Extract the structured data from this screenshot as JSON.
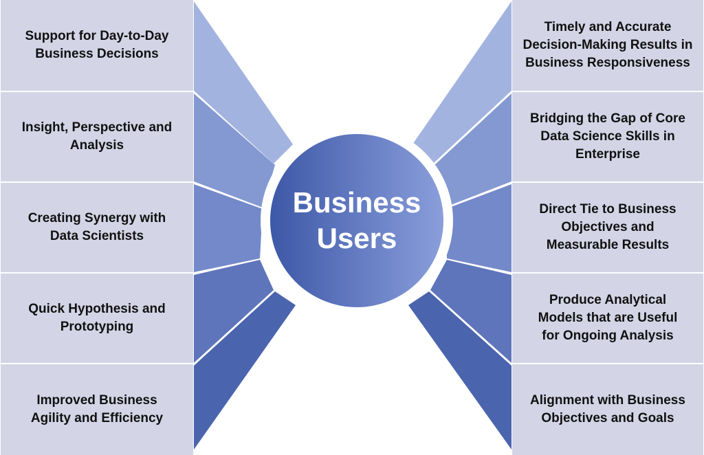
{
  "colors": {
    "box_fill": "#d3d5e6",
    "ray_colors": [
      "#a3b3df",
      "#8499d2",
      "#7489c9",
      "#5e75bb",
      "#4a64ae"
    ],
    "hub_gradient_start": "#3d58a7",
    "hub_gradient_end": "#8a9edb",
    "text": "#111111",
    "hub_text": "#ffffff"
  },
  "hub": {
    "line1": "Business",
    "line2": "Users"
  },
  "left_items": [
    {
      "line1": "Support for Day-to-Day",
      "line2": "Business Decisions",
      "line3": ""
    },
    {
      "line1": "Insight, Perspective and",
      "line2": "Analysis",
      "line3": ""
    },
    {
      "line1": "Creating Synergy with",
      "line2": "Data Scientists",
      "line3": ""
    },
    {
      "line1": "Quick Hypothesis and",
      "line2": "Prototyping",
      "line3": ""
    },
    {
      "line1": "Improved Business",
      "line2": "Agility and Efficiency",
      "line3": ""
    }
  ],
  "right_items": [
    {
      "line1": "Timely and Accurate",
      "line2": "Decision-Making Results in",
      "line3": "Business Responsiveness"
    },
    {
      "line1": "Bridging the Gap of Core",
      "line2": "Data Science Skills in",
      "line3": "Enterprise"
    },
    {
      "line1": "Direct Tie to Business",
      "line2": "Objectives and",
      "line3": "Measurable Results"
    },
    {
      "line1": "Produce Analytical",
      "line2": "Models that are Useful",
      "line3": "for Ongoing Analysis"
    },
    {
      "line1": "Alignment with Business",
      "line2": "Objectives and Goals",
      "line3": ""
    }
  ]
}
